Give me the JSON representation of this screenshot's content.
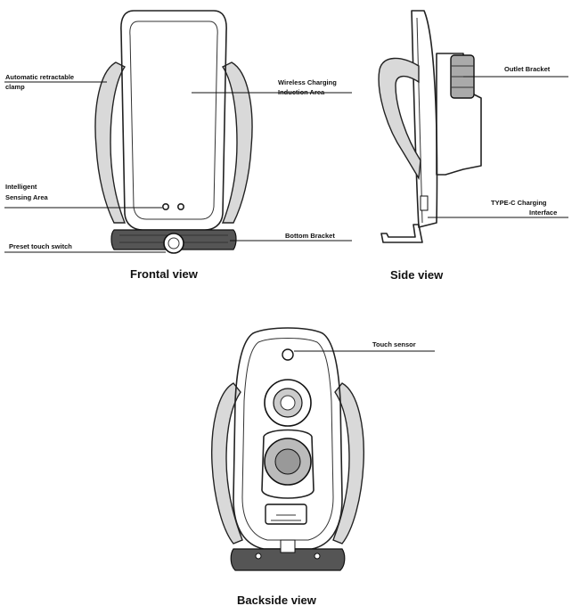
{
  "views": {
    "frontal": {
      "caption": "Frontal view",
      "labels": {
        "automatic_clamp_line1": "Automatic retractable",
        "automatic_clamp_line2": "clamp",
        "wireless_charging_line1": "Wireless Charging",
        "wireless_charging_line2": "Induction Area",
        "intelligent_sensing_line1": "Intelligent",
        "intelligent_sensing_line2": "Sensing Area",
        "bottom_bracket": "Bottom Bracket",
        "preset_touch_switch": "Preset touch switch"
      }
    },
    "side": {
      "caption": "Side view",
      "labels": {
        "outlet_bracket": "Outlet Bracket",
        "typec_line1": "TYPE-C Charging",
        "typec_line2": "Interface"
      }
    },
    "backside": {
      "caption": "Backside view",
      "labels": {
        "touch_sensor": "Touch sensor"
      }
    }
  }
}
